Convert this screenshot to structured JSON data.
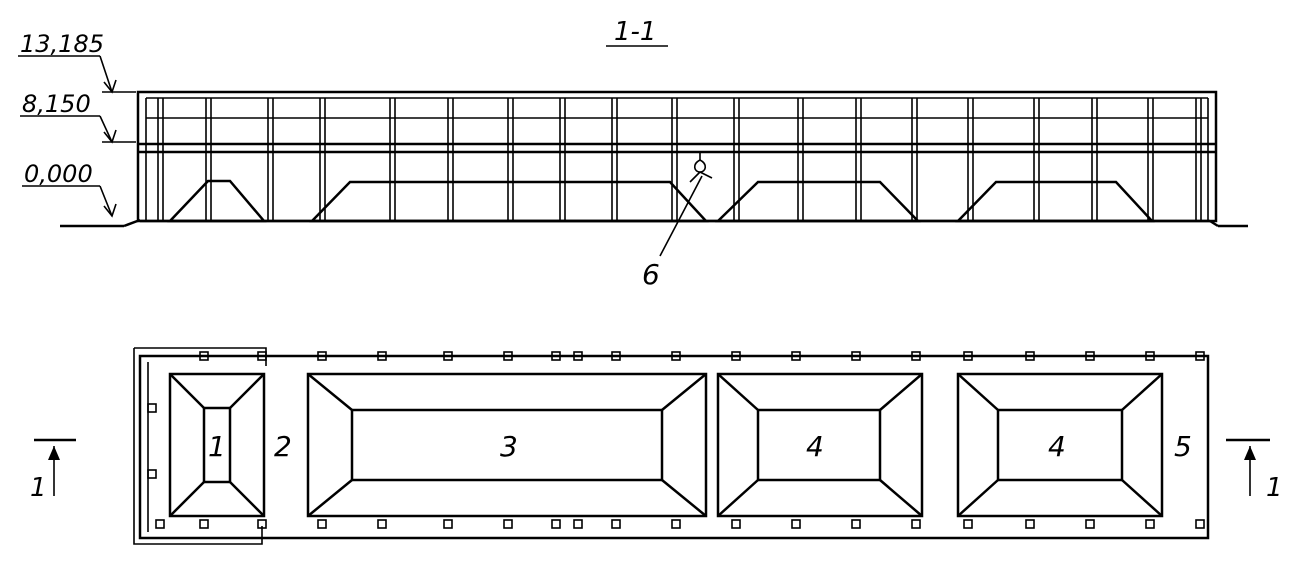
{
  "section_title": "1-1",
  "elevations": [
    "13,185",
    "8,150",
    "0,000"
  ],
  "callout_label": "6",
  "plan_labels": [
    "1",
    "2",
    "3",
    "4",
    "4",
    "5"
  ],
  "section_marker": "1"
}
